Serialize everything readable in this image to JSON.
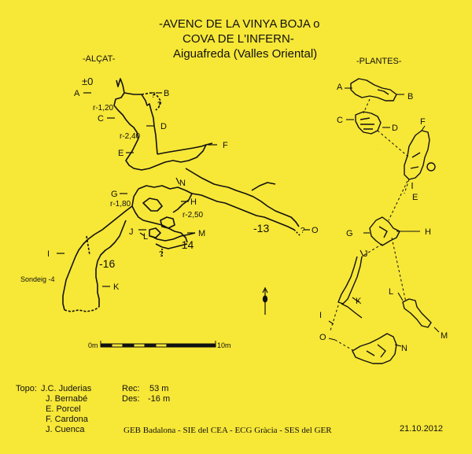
{
  "title": {
    "line1": "-AVENC DE LA VINYA BOJA o",
    "line2": "COVA DE L'INFERN-",
    "line3": "Aiguafreda (Valles Oriental)"
  },
  "sections": {
    "elevation": "-ALÇAT-",
    "plan": "-PLANTES-"
  },
  "elevation_labels": {
    "zero": "±0",
    "A": "A",
    "B": "B",
    "C": "C",
    "D": "D",
    "E": "E",
    "F": "F",
    "G": "G",
    "H": "H",
    "I": "I",
    "J": "J",
    "K": "K",
    "L": "L",
    "M": "M",
    "N": "N",
    "O": "O",
    "r120": "r-1,20",
    "r240": "r-2,40",
    "r180": "r-1,80",
    "r250": "r-2,50",
    "d13": "-13",
    "d14": "-14",
    "d16": "-16",
    "sondeig": "Sondeig -4",
    "q1": "?",
    "q2": "?",
    "q3": "?",
    "q4": "?"
  },
  "plan_labels": {
    "A": "A",
    "B": "B",
    "C": "C",
    "D": "D",
    "E": "E",
    "F": "F",
    "G": "G",
    "H": "H",
    "I": "I",
    "J": "J",
    "K": "K",
    "L": "L",
    "M": "M",
    "N": "N",
    "O": "O"
  },
  "scale": {
    "start": "0m",
    "end": "10m"
  },
  "credits": {
    "topo_label": "Topo:",
    "names": [
      "J.C. Juderias",
      "J. Bernabé",
      "E. Porcel",
      "F. Cardona",
      "J. Cuenca"
    ],
    "rec_label": "Rec:",
    "rec_value": "53 m",
    "des_label": "Des:",
    "des_value": "-16 m"
  },
  "footer": {
    "clubs": "GEB Badalona - SIE del CEA - ECG Gràcia - SES del GER",
    "date": "21.10.2012"
  },
  "colors": {
    "background": "#f7e737",
    "ink": "#111111"
  }
}
